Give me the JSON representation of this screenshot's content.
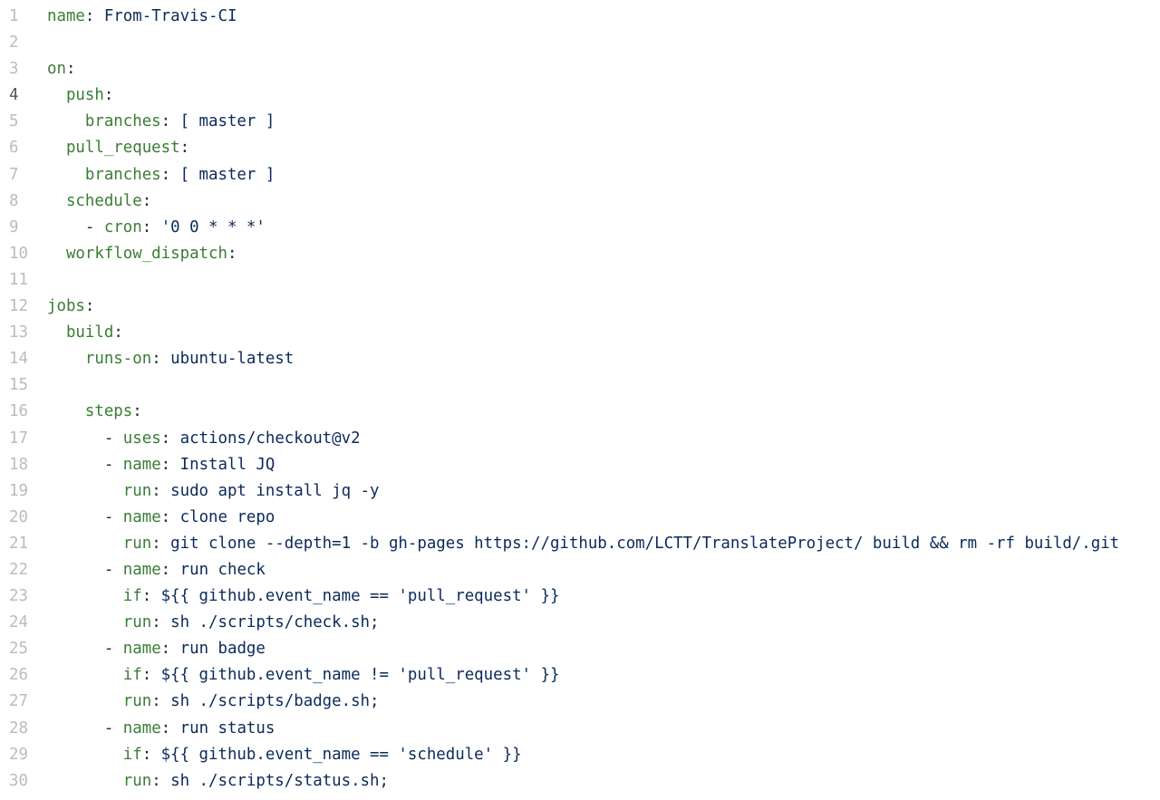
{
  "editor": {
    "current_line": "4",
    "lines": [
      {
        "n": "1",
        "indent": "",
        "dash": "",
        "key": "name",
        "colon": ":",
        "value": " From-Travis-CI"
      },
      {
        "n": "2",
        "indent": "",
        "dash": "",
        "key": "",
        "colon": "",
        "value": ""
      },
      {
        "n": "3",
        "indent": "",
        "dash": "",
        "key": "on",
        "colon": ":",
        "value": ""
      },
      {
        "n": "4",
        "indent": "  ",
        "dash": "",
        "key": "push",
        "colon": ":",
        "value": ""
      },
      {
        "n": "5",
        "indent": "    ",
        "dash": "",
        "key": "branches",
        "colon": ":",
        "value": " [ master ]"
      },
      {
        "n": "6",
        "indent": "  ",
        "dash": "",
        "key": "pull_request",
        "colon": ":",
        "value": ""
      },
      {
        "n": "7",
        "indent": "    ",
        "dash": "",
        "key": "branches",
        "colon": ":",
        "value": " [ master ]"
      },
      {
        "n": "8",
        "indent": "  ",
        "dash": "",
        "key": "schedule",
        "colon": ":",
        "value": ""
      },
      {
        "n": "9",
        "indent": "    ",
        "dash": "- ",
        "key": "cron",
        "colon": ":",
        "value": " '0 0 * * *'"
      },
      {
        "n": "10",
        "indent": "  ",
        "dash": "",
        "key": "workflow_dispatch",
        "colon": ":",
        "value": ""
      },
      {
        "n": "11",
        "indent": "",
        "dash": "",
        "key": "",
        "colon": "",
        "value": ""
      },
      {
        "n": "12",
        "indent": "",
        "dash": "",
        "key": "jobs",
        "colon": ":",
        "value": ""
      },
      {
        "n": "13",
        "indent": "  ",
        "dash": "",
        "key": "build",
        "colon": ":",
        "value": ""
      },
      {
        "n": "14",
        "indent": "    ",
        "dash": "",
        "key": "runs-on",
        "colon": ":",
        "value": " ubuntu-latest"
      },
      {
        "n": "15",
        "indent": "",
        "dash": "",
        "key": "",
        "colon": "",
        "value": ""
      },
      {
        "n": "16",
        "indent": "    ",
        "dash": "",
        "key": "steps",
        "colon": ":",
        "value": ""
      },
      {
        "n": "17",
        "indent": "      ",
        "dash": "- ",
        "key": "uses",
        "colon": ":",
        "value": " actions/checkout@v2"
      },
      {
        "n": "18",
        "indent": "      ",
        "dash": "- ",
        "key": "name",
        "colon": ":",
        "value": " Install JQ"
      },
      {
        "n": "19",
        "indent": "        ",
        "dash": "",
        "key": "run",
        "colon": ":",
        "value": " sudo apt install jq -y"
      },
      {
        "n": "20",
        "indent": "      ",
        "dash": "- ",
        "key": "name",
        "colon": ":",
        "value": " clone repo"
      },
      {
        "n": "21",
        "indent": "        ",
        "dash": "",
        "key": "run",
        "colon": ":",
        "value": " git clone --depth=1 -b gh-pages https://github.com/LCTT/TranslateProject/ build && rm -rf build/.git"
      },
      {
        "n": "22",
        "indent": "      ",
        "dash": "- ",
        "key": "name",
        "colon": ":",
        "value": " run check"
      },
      {
        "n": "23",
        "indent": "        ",
        "dash": "",
        "key": "if",
        "colon": ":",
        "value": " ${{ github.event_name == 'pull_request' }}"
      },
      {
        "n": "24",
        "indent": "        ",
        "dash": "",
        "key": "run",
        "colon": ":",
        "value": " sh ./scripts/check.sh;"
      },
      {
        "n": "25",
        "indent": "      ",
        "dash": "- ",
        "key": "name",
        "colon": ":",
        "value": " run badge"
      },
      {
        "n": "26",
        "indent": "        ",
        "dash": "",
        "key": "if",
        "colon": ":",
        "value": " ${{ github.event_name != 'pull_request' }}"
      },
      {
        "n": "27",
        "indent": "        ",
        "dash": "",
        "key": "run",
        "colon": ":",
        "value": " sh ./scripts/badge.sh;"
      },
      {
        "n": "28",
        "indent": "      ",
        "dash": "- ",
        "key": "name",
        "colon": ":",
        "value": " run status"
      },
      {
        "n": "29",
        "indent": "        ",
        "dash": "",
        "key": "if",
        "colon": ":",
        "value": " ${{ github.event_name == 'schedule' }}"
      },
      {
        "n": "30",
        "indent": "        ",
        "dash": "",
        "key": "run",
        "colon": ":",
        "value": " sh ./scripts/status.sh;"
      }
    ]
  }
}
